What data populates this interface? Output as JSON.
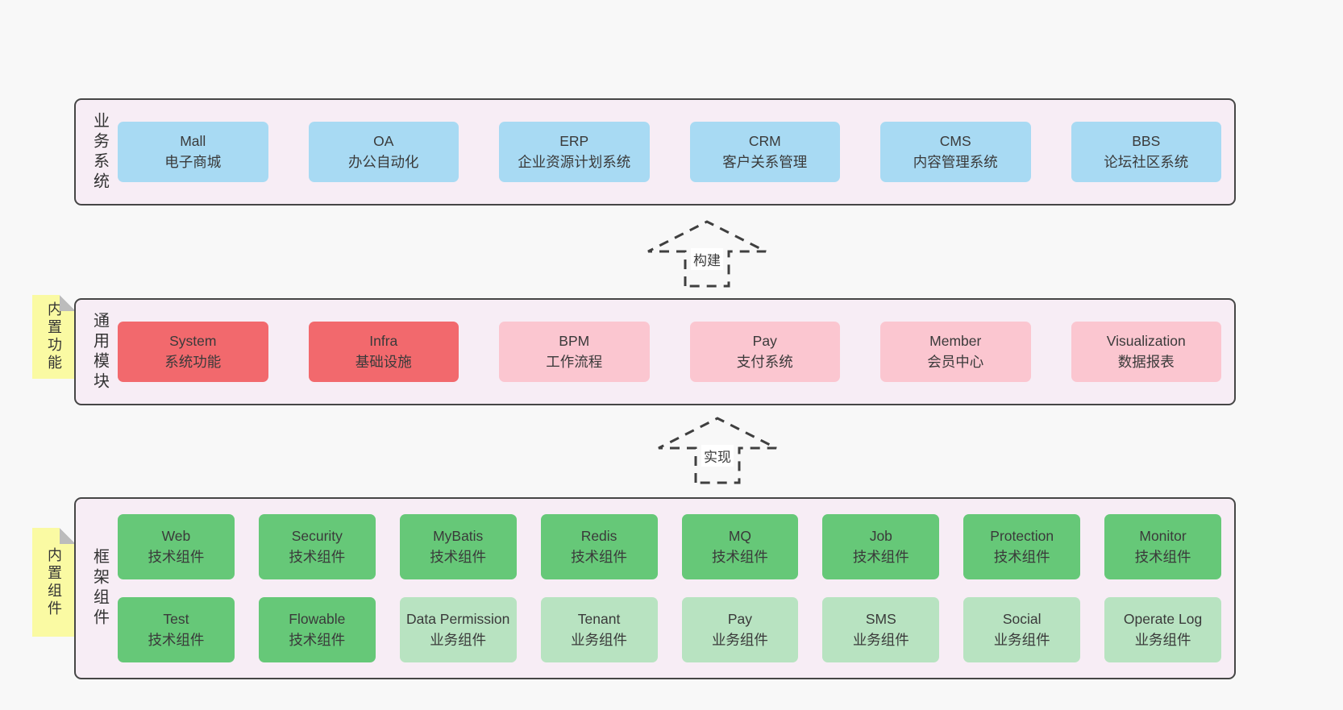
{
  "colors": {
    "page_bg": "#f8f8f8",
    "container_bg": "#f7edf5",
    "container_border": "#464646",
    "text": "#3a3a3a",
    "blue": "#a8daf3",
    "red": "#f2696d",
    "pink": "#fbc6d0",
    "green": "#66c878",
    "lightgreen": "#b8e3c1",
    "sticky_yellow": "#fafaa3",
    "sticky_fold": "#bcbcbc"
  },
  "layers": [
    {
      "label": "业务系统",
      "rows": [
        [
          {
            "name": "Mall",
            "desc": "电子商城"
          },
          {
            "name": "OA",
            "desc": "办公自动化"
          },
          {
            "name": "ERP",
            "desc": "企业资源计划系统"
          },
          {
            "name": "CRM",
            "desc": "客户关系管理"
          },
          {
            "name": "CMS",
            "desc": "内容管理系统"
          },
          {
            "name": "BBS",
            "desc": "论坛社区系统"
          }
        ]
      ]
    },
    {
      "label": "通用模块",
      "sticky": "内置功能",
      "rows": [
        [
          {
            "name": "System",
            "desc": "系统功能"
          },
          {
            "name": "Infra",
            "desc": "基础设施"
          },
          {
            "name": "BPM",
            "desc": "工作流程"
          },
          {
            "name": "Pay",
            "desc": "支付系统"
          },
          {
            "name": "Member",
            "desc": "会员中心"
          },
          {
            "name": "Visualization",
            "desc": "数据报表"
          }
        ]
      ]
    },
    {
      "label": "框架组件",
      "sticky": "内置组件",
      "rows": [
        [
          {
            "name": "Web",
            "desc": "技术组件"
          },
          {
            "name": "Security",
            "desc": "技术组件"
          },
          {
            "name": "MyBatis",
            "desc": "技术组件"
          },
          {
            "name": "Redis",
            "desc": "技术组件"
          },
          {
            "name": "MQ",
            "desc": "技术组件"
          },
          {
            "name": "Job",
            "desc": "技术组件"
          },
          {
            "name": "Protection",
            "desc": "技术组件"
          },
          {
            "name": "Monitor",
            "desc": "技术组件"
          }
        ],
        [
          {
            "name": "Test",
            "desc": "技术组件"
          },
          {
            "name": "Flowable",
            "desc": "技术组件"
          },
          {
            "name": "Data Permission",
            "desc": "业务组件"
          },
          {
            "name": "Tenant",
            "desc": "业务组件"
          },
          {
            "name": "Pay",
            "desc": "业务组件"
          },
          {
            "name": "SMS",
            "desc": "业务组件"
          },
          {
            "name": "Social",
            "desc": "业务组件"
          },
          {
            "name": "Operate Log",
            "desc": "业务组件"
          }
        ]
      ]
    }
  ],
  "arrows": [
    {
      "label": "构建"
    },
    {
      "label": "实现"
    }
  ]
}
